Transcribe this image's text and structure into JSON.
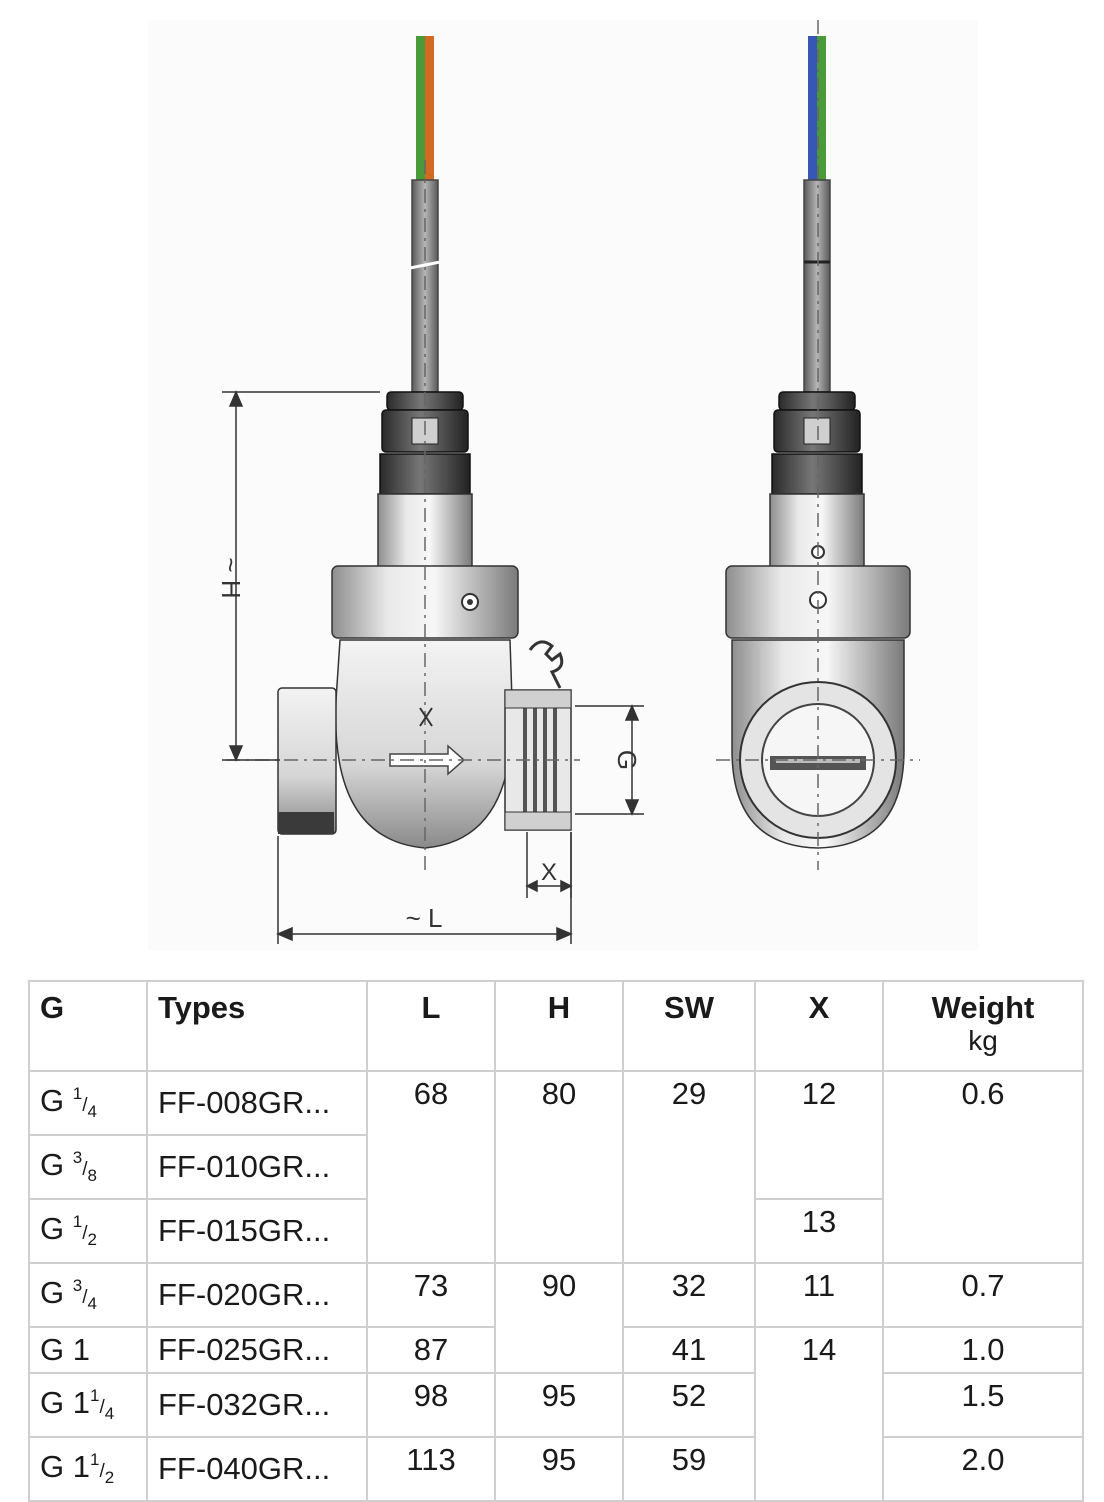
{
  "drawing": {
    "labels": {
      "h": "~ H",
      "l": "~ L",
      "g": "G",
      "x": "X"
    },
    "colors": {
      "wire_green": "#4b9a3a",
      "wire_orange": "#d36a22",
      "wire_blue": "#3856b4",
      "metal": "#c8c8c8"
    }
  },
  "table": {
    "headers": {
      "g": "G",
      "types": "Types",
      "l": "L",
      "h": "H",
      "sw": "SW",
      "x": "X",
      "weight": "Weight",
      "weight_unit": "kg"
    },
    "rows": [
      {
        "g_main": "G ",
        "g_num": "1",
        "g_den": "4",
        "type": "FF-008GR...",
        "l": "68",
        "h": "80",
        "sw": "29",
        "x": "12",
        "weight": "0.6"
      },
      {
        "g_main": "G ",
        "g_num": "3",
        "g_den": "8",
        "type": "FF-010GR..."
      },
      {
        "g_main": "G ",
        "g_num": "1",
        "g_den": "2",
        "type": "FF-015GR...",
        "x": "13"
      },
      {
        "g_main": "G ",
        "g_num": "3",
        "g_den": "4",
        "type": "FF-020GR...",
        "l": "73",
        "h": "90",
        "sw": "32",
        "x": "11",
        "weight": "0.7"
      },
      {
        "g_main": "G 1",
        "g_num": "",
        "g_den": "",
        "type": "FF-025GR...",
        "l": "87",
        "sw": "41",
        "x": "14",
        "weight": "1.0"
      },
      {
        "g_main": "G 1",
        "g_num": "1",
        "g_den": "4",
        "type": "FF-032GR...",
        "l": "98",
        "h": "95",
        "sw": "52",
        "weight": "1.5"
      },
      {
        "g_main": "G 1",
        "g_num": "1",
        "g_den": "2",
        "type": "FF-040GR...",
        "l": "113",
        "h": "95",
        "sw": "59",
        "weight": "2.0"
      }
    ]
  }
}
